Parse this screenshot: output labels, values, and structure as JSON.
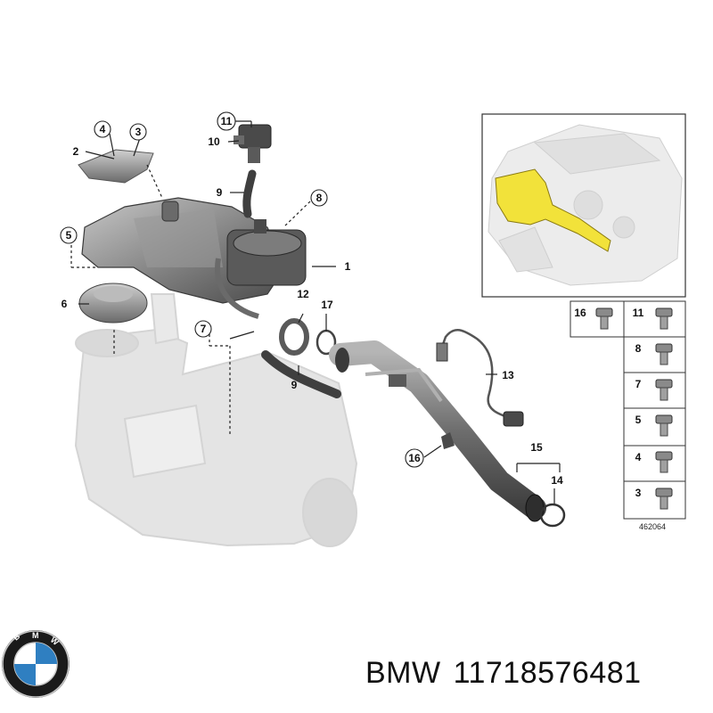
{
  "diagram": {
    "callouts_main": [
      {
        "id": "c4",
        "label": "4",
        "circled": true
      },
      {
        "id": "c3",
        "label": "3",
        "circled": true
      },
      {
        "id": "c2",
        "label": "2",
        "circled": false
      },
      {
        "id": "c11",
        "label": "11",
        "circled": true
      },
      {
        "id": "c10",
        "label": "10",
        "circled": false
      },
      {
        "id": "c9a",
        "label": "9",
        "circled": false
      },
      {
        "id": "c8",
        "label": "8",
        "circled": true
      },
      {
        "id": "c5",
        "label": "5",
        "circled": true
      },
      {
        "id": "c1",
        "label": "1",
        "circled": false
      },
      {
        "id": "c6",
        "label": "6",
        "circled": false
      },
      {
        "id": "c12",
        "label": "12",
        "circled": false
      },
      {
        "id": "c17",
        "label": "17",
        "circled": false
      },
      {
        "id": "c7",
        "label": "7",
        "circled": true
      },
      {
        "id": "c9b",
        "label": "9",
        "circled": false
      },
      {
        "id": "c13",
        "label": "13",
        "circled": false
      },
      {
        "id": "c16",
        "label": "16",
        "circled": true
      },
      {
        "id": "c15",
        "label": "15",
        "circled": false
      },
      {
        "id": "c14",
        "label": "14",
        "circled": false
      }
    ],
    "hardware_table": [
      {
        "label": "16"
      },
      {
        "label": "11"
      },
      {
        "label": "8"
      },
      {
        "label": "7"
      },
      {
        "label": "5"
      },
      {
        "label": "4"
      },
      {
        "label": "3"
      }
    ],
    "reference_code": "462064"
  },
  "footer": {
    "brand": "BMW",
    "part_number": "11718576481"
  },
  "colors": {
    "part_gray": "#8a8a8a",
    "part_dark": "#5a5a5a",
    "ghost_gray": "#e3e3e3",
    "highlight_yellow": "#f2e23a",
    "bmw_blue": "#2f7fc1"
  },
  "icons": [
    "bmw-logo-icon"
  ]
}
